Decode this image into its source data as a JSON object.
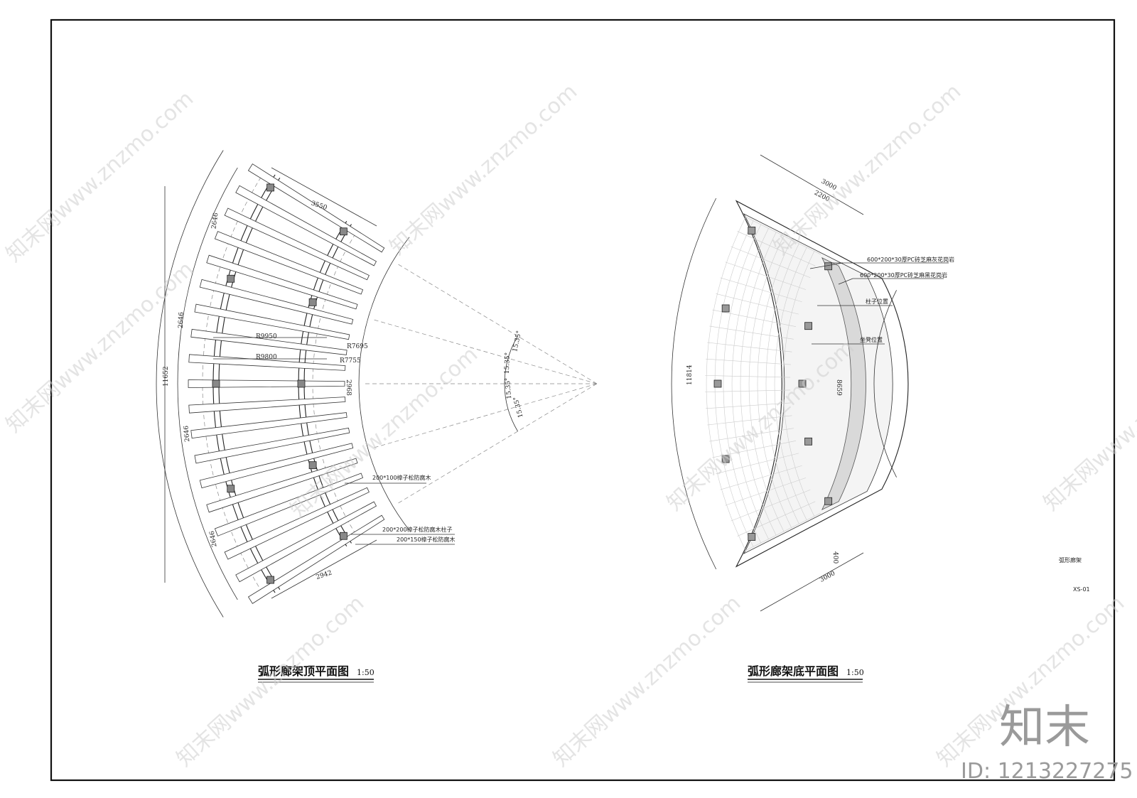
{
  "watermark": {
    "text": "知末网www.znzmo.com",
    "brand": "知末",
    "id_label": "ID: 1213227275"
  },
  "left_plan": {
    "title": "弧形廊架顶平面图",
    "scale": "1:50",
    "dims": {
      "top_width": "3550",
      "bottom_width": "2942",
      "seg1": "2646",
      "seg2": "2646",
      "seg3": "2646",
      "seg4": "2646",
      "overall": "11652",
      "r1": "R9950",
      "r2": "R9800",
      "r3": "R7695",
      "r4": "R7755",
      "mid": "2968"
    },
    "angles": [
      "15.35°",
      "15.35°",
      "15.35°",
      "15.35°"
    ],
    "notes": {
      "n1": "200*100樟子松防腐木",
      "n2": "200*200樟子松防腐木柱子",
      "n3": "200*150樟子松防腐木"
    }
  },
  "right_plan": {
    "title": "弧形廊架底平面图",
    "scale": "1:50",
    "dims": {
      "top_outer": "3000",
      "top_inner": "2200",
      "bottom": "3000",
      "small": "400",
      "left_overall": "11814",
      "right_overall": "8659"
    },
    "notes": {
      "n1": "600*200*30厚PC砖芝麻灰花岗岩",
      "n2": "600*200*30厚PC砖芝麻黑花岗岩",
      "n3": "柱子位置",
      "n4": "坐凳位置"
    }
  },
  "title_block": {
    "name": "弧形廊架",
    "code": "XS-01"
  }
}
